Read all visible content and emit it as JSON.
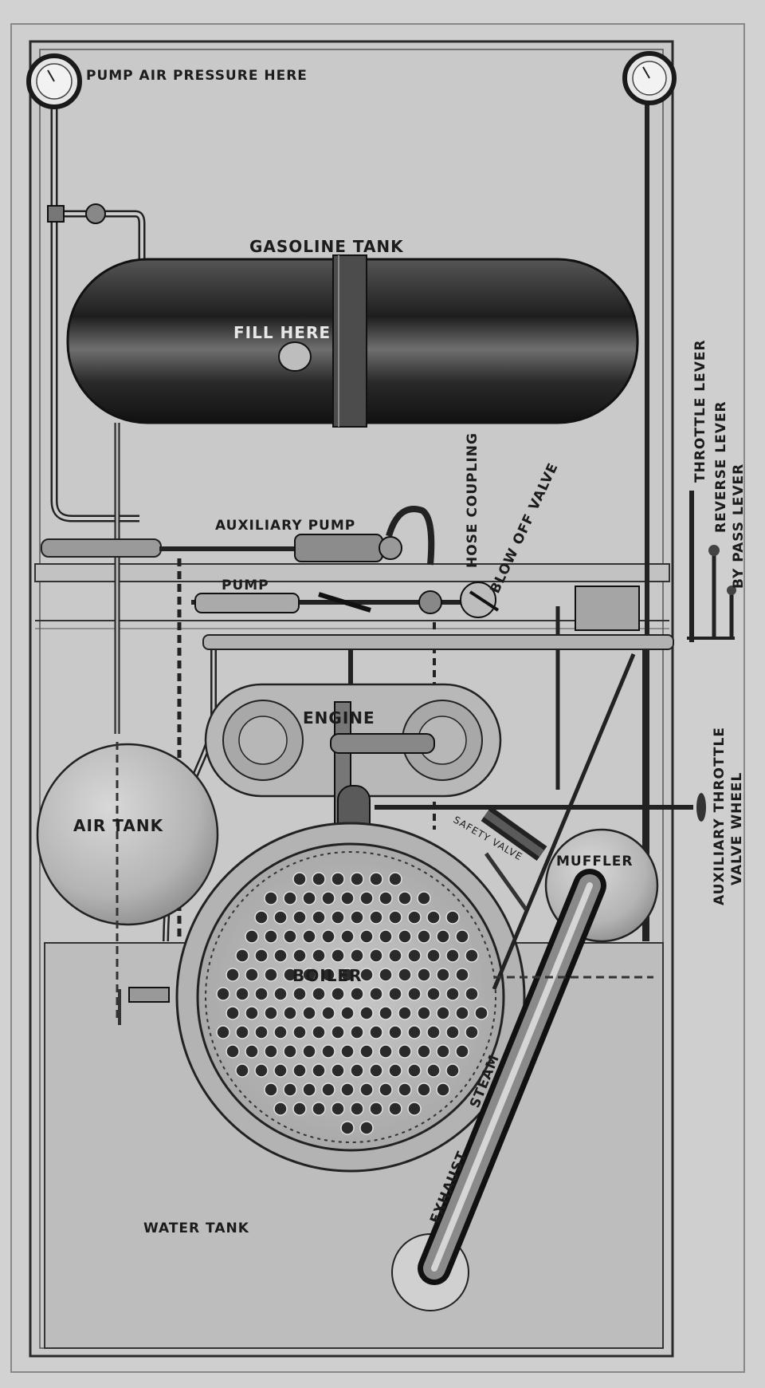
{
  "labels": {
    "pump_air_pressure": "PUMP AIR PRESSURE HERE",
    "gasoline_tank": "GASOLINE TANK",
    "fill_here": "FILL HERE",
    "auxiliary_pump": "AUXILIARY PUMP",
    "hose_coupling": "HOSE COUPLING",
    "blow_off_valve": "BLOW OFF VALVE",
    "pump": "PUMP",
    "engine": "ENGINE",
    "air_tank": "AIR TANK",
    "safety_valve": "SAFETY VALVE",
    "muffler": "MUFFLER",
    "boiler": "BOILER",
    "steam": "STEAM",
    "exhaust": "EXHAUST",
    "water_tank": "WATER TANK",
    "throttle_lever": "THROTTLE LEVER",
    "reverse_lever": "REVERSE LEVER",
    "by_pass_lever": "BY PASS LEVER",
    "auxiliary_throttle": "AUXILIARY THROTTLE",
    "valve_wheel": "VALVE WHEEL"
  },
  "colors": {
    "paper": "#d2d2d2",
    "panel": "#c6c6c6",
    "ink": "#1c1c1c",
    "tank_dark": "#2e2e2e",
    "tank_mid": "#6a6a6a"
  }
}
